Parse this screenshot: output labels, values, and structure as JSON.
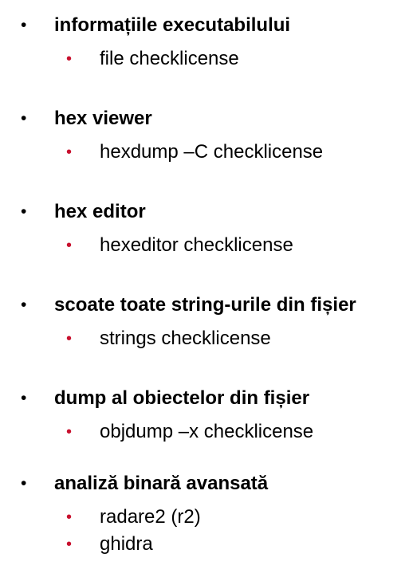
{
  "colors": {
    "main_bullet": "#000000",
    "sub_bullet": "#c8102e",
    "text": "#000000"
  },
  "items": [
    {
      "bullet": "•",
      "label": "informațiile executabilului",
      "subitems": [
        {
          "bullet": "•",
          "label": "file checklicense"
        }
      ]
    },
    {
      "bullet": "•",
      "label": "hex viewer",
      "subitems": [
        {
          "bullet": "•",
          "label": "hexdump –C checklicense"
        }
      ]
    },
    {
      "bullet": "•",
      "label": "hex editor",
      "subitems": [
        {
          "bullet": "•",
          "label": "hexeditor checklicense"
        }
      ]
    },
    {
      "bullet": "•",
      "label": "scoate toate string-urile din fișier",
      "subitems": [
        {
          "bullet": "•",
          "label": "strings checklicense"
        }
      ]
    },
    {
      "bullet": "•",
      "label": "dump al obiectelor din fișier",
      "subitems": [
        {
          "bullet": "•",
          "label": "objdump –x checklicense"
        }
      ]
    },
    {
      "bullet": "•",
      "label": "analiză binară avansată",
      "subitems": [
        {
          "bullet": "•",
          "label": "radare2 (r2)"
        },
        {
          "bullet": "•",
          "label": "ghidra"
        }
      ]
    }
  ]
}
